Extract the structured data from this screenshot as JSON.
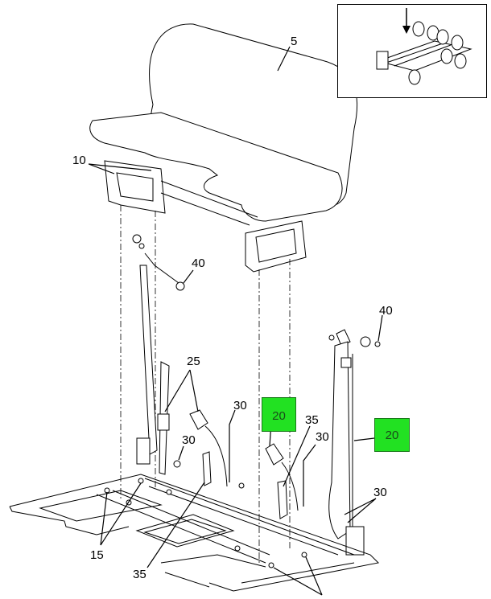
{
  "callouts": {
    "seat": "5",
    "brackets": "10",
    "bolt_left": "40",
    "bolt_right": "40",
    "belt_buckle": "25",
    "nut_a": "30",
    "nut_b": "30",
    "nut_c": "30",
    "nut_d": "30",
    "fasteners": "15",
    "cover_left": "35",
    "cover_right": "35",
    "bottom_unlabeled": ""
  },
  "hotspots": [
    {
      "label": "20"
    },
    {
      "label": "20"
    }
  ],
  "colors": {
    "hotspot": "#22e122",
    "line": "#000000"
  }
}
